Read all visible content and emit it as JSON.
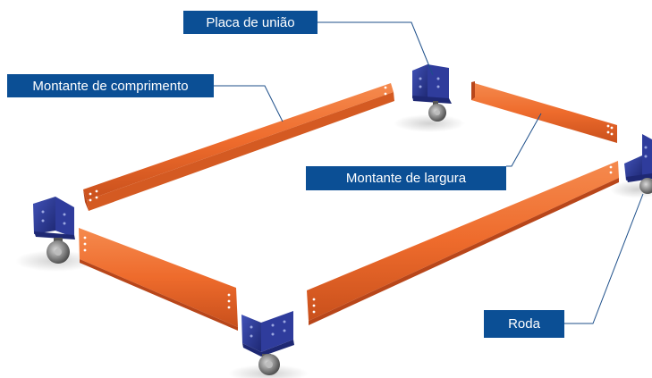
{
  "labels": {
    "placa": "Placa de união",
    "comprimento": "Montante de comprimento",
    "largura": "Montante de largura",
    "roda": "Roda"
  },
  "colors": {
    "beam": "#ee6b2c",
    "beam_shade": "#c9501c",
    "bracket": "#2f3c9c",
    "bracket_shade": "#1e2873",
    "callout": "#0b4f95",
    "leader": "#1d4f8a"
  },
  "parts": {
    "beams": [
      "length-beam-back",
      "width-beam-back",
      "length-beam-front",
      "width-beam-front"
    ],
    "corners": [
      "corner-back",
      "corner-left",
      "corner-front",
      "corner-right"
    ]
  }
}
